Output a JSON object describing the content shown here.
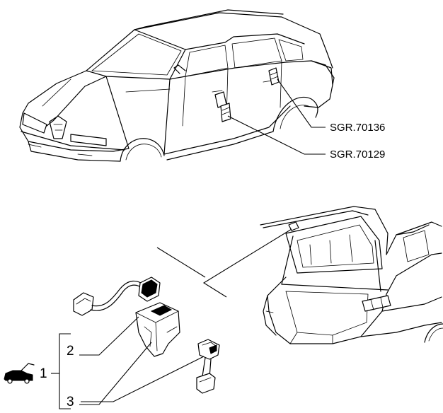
{
  "references": {
    "ref_upper": "SGR.70136",
    "ref_lower": "SGR.70129"
  },
  "callouts": {
    "group_number": "1",
    "item_2": "2",
    "item_3": "3"
  },
  "icons": {
    "group_icon": "car-trunk-open-icon"
  }
}
